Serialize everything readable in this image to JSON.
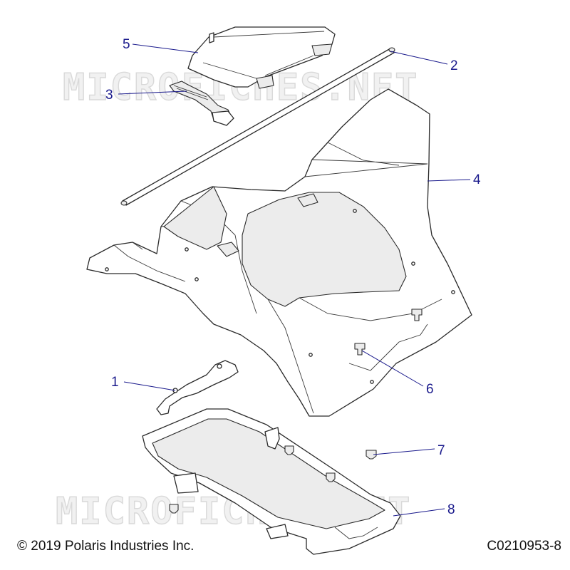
{
  "watermarks": [
    "MICROFICHES.NET",
    "MICROFICHES.NET"
  ],
  "callouts": [
    {
      "label": "1"
    },
    {
      "label": "2"
    },
    {
      "label": "3"
    },
    {
      "label": "4"
    },
    {
      "label": "5"
    },
    {
      "label": "6"
    },
    {
      "label": "7"
    },
    {
      "label": "8"
    }
  ],
  "footer": {
    "copyright": "© 2019 Polaris Industries Inc.",
    "drawing_number": "C0210953-8"
  },
  "colors": {
    "callout": "#1a1a8c",
    "line": "#2a2a2a",
    "watermark": "#d9d9d9"
  }
}
